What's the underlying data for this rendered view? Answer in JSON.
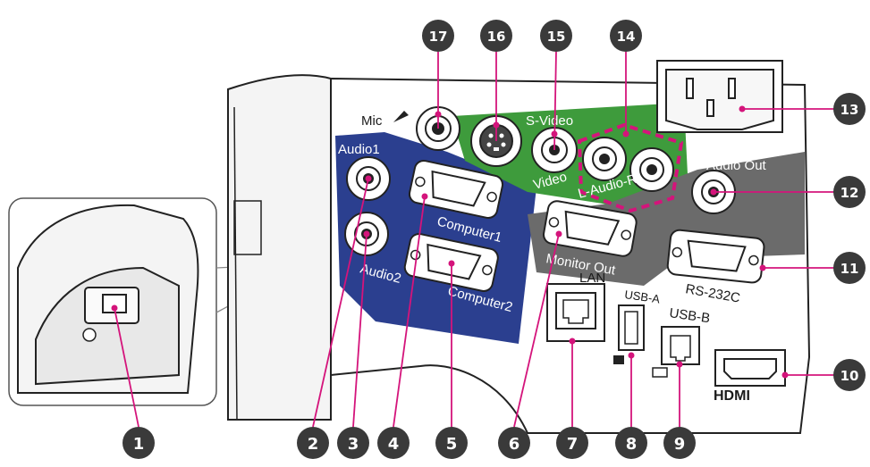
{
  "port_labels": {
    "mic": "Mic",
    "svideo": "S-Video",
    "audio1": "Audio1",
    "audio2": "Audio2",
    "computer1": "Computer1",
    "computer2": "Computer2",
    "video": "Video",
    "audio_lr": "L-Audio-R",
    "monitor_out": "Monitor Out",
    "audio_out": "Audio Out",
    "rs232c": "RS-232C",
    "lan": "LAN",
    "usb_a": "USB-A",
    "usb_b": "USB-B",
    "hdmi": "HDMI"
  },
  "callouts": [
    "1",
    "2",
    "3",
    "4",
    "5",
    "6",
    "7",
    "8",
    "9",
    "10",
    "11",
    "12",
    "13",
    "14",
    "15",
    "16",
    "17"
  ],
  "colors": {
    "blue_panel": "#2b3f8f",
    "green_panel": "#3e9b3c",
    "grey_panel": "#6b6b6b",
    "callout": "#3a3a3a",
    "leader": "#d4147b"
  }
}
